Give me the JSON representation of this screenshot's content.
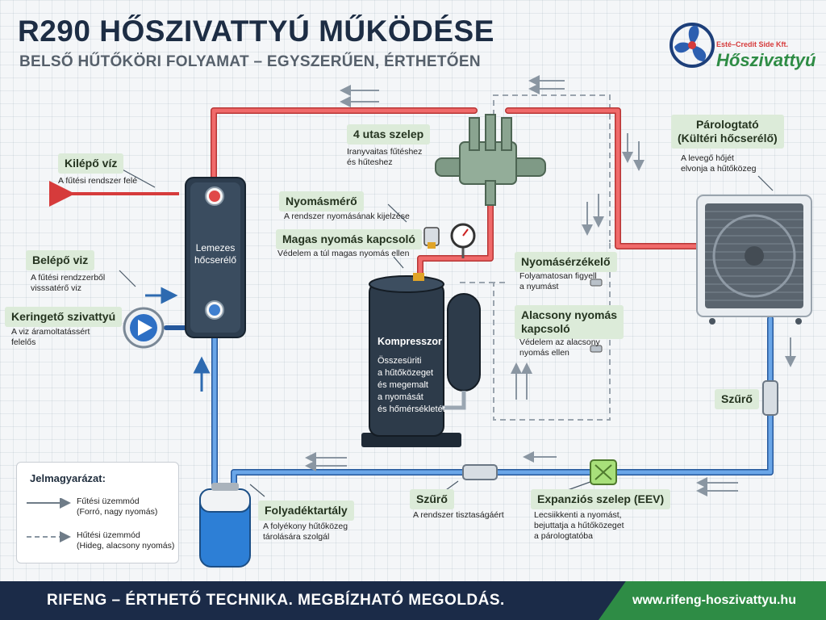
{
  "header": {
    "title": "R290 HŐSZIVATTYÚ MŰKÖDÉSE",
    "subtitle": "BELSŐ HŰTŐKÖRI FOLYAMAT – EGYSZERŰEN, ÉRTHETŐEN"
  },
  "logo": {
    "company": "Esté–Credit Side Kft.",
    "brand": "Hőszivattyú"
  },
  "components": {
    "valve4": {
      "label": "4 utas szelep",
      "desc": [
        "Iranyvaitas fűtéshez",
        "és hűteshez"
      ]
    },
    "outlet": {
      "label": "Kilépő víz",
      "desc": [
        "A fűtési rendszer felé"
      ]
    },
    "gauge": {
      "label": "Nyomásmérő",
      "desc": [
        "A rendszer nyomásának kijelzése"
      ]
    },
    "hpswitch": {
      "label": "Magas nyomás kapcsoló",
      "desc": [
        "Védelem a túl magas nyomás ellen"
      ]
    },
    "inlet": {
      "label": "Belépő viz",
      "desc": [
        "A fűtési rendzzerből",
        "visssatérő viz"
      ]
    },
    "pump": {
      "label": "Keringető szivattyú",
      "desc": [
        "A viz áramoltatássért",
        "felelős"
      ]
    },
    "plate": {
      "label": [
        "Lemezes",
        "hőcserélő"
      ]
    },
    "compressor": {
      "label": "Kompresszor",
      "desc": [
        "Összesüriti",
        "a hűtőközeget",
        "és megemalt",
        "a nyomását",
        "és hőmérsékletét"
      ]
    },
    "evaporator": {
      "label": [
        "Párologtató",
        "(Kültéri hőcserélő)"
      ],
      "desc": [
        "A levegő hőjét",
        "elvonja a hűtőközeg"
      ]
    },
    "sensor": {
      "label": "Nyomásérzékelő",
      "desc": [
        "Folyamatosan figyell",
        "a nyumást"
      ]
    },
    "lpswitch": {
      "label": [
        "Alacsony nyomás",
        "kapcsoló"
      ],
      "desc": [
        "Védelem az alacsony",
        "nyomás ellen"
      ]
    },
    "filter_right": {
      "label": "Szűrő"
    },
    "filter_bottom": {
      "label": "Szűrő",
      "desc": [
        "A rendszer tisztaságáért"
      ]
    },
    "eev": {
      "label": "Expanziós szelep (EEV)",
      "desc": [
        "Lecsiikkenti a nyomást,",
        "bejuttatja a hűtőközeget",
        "a párologtatóba"
      ]
    },
    "receiver": {
      "label": "Folyadéktartály",
      "desc": [
        "A folyékony hűtőközeg",
        "tárolására szolgál"
      ]
    }
  },
  "legend": {
    "title": "Jelmagyarázat:",
    "items": [
      {
        "line1": "Fűtési üzemmód",
        "line2": "(Forró, nagy nyomás)"
      },
      {
        "line1": "Hűtési üzemmód",
        "line2": "(Hideg, alacsony nyomás)"
      }
    ]
  },
  "footer": {
    "left": "RIFENG – ÉRTHETŐ TECHNIKA. MEGBÍZHATÓ MEGOLDÁS.",
    "url": "www.rifeng-hoszivattyu.hu"
  },
  "colors": {
    "hot": "#e04848",
    "cold": "#3f7fcf",
    "navy": "#1b2b48",
    "green": "#2e8c45",
    "label_bg": "#dcebd9"
  }
}
